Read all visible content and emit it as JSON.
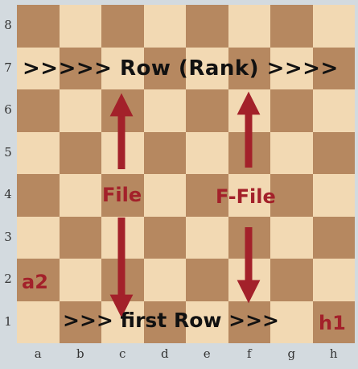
{
  "board": {
    "light_color": "#f2d9b3",
    "dark_color": "#b68860",
    "ranks": [
      "8",
      "7",
      "6",
      "5",
      "4",
      "3",
      "2",
      "1"
    ],
    "files": [
      "a",
      "b",
      "c",
      "d",
      "e",
      "f",
      "g",
      "h"
    ]
  },
  "annotations": {
    "rank_text": ">>>>> Row (Rank) >>>>",
    "first_row_text": ">>>  first Row >>>",
    "file_text": "File",
    "ffile_text": "F-File",
    "a2_text": "a2",
    "h1_text": "h1"
  },
  "colors": {
    "arrow": "#a3212a",
    "label_text": "#a3212a",
    "row_text": "#111111"
  },
  "arrows": [
    {
      "name": "file-c-up-arrow",
      "direction": "up"
    },
    {
      "name": "file-c-down-arrow",
      "direction": "down"
    },
    {
      "name": "file-f-up-arrow",
      "direction": "up"
    },
    {
      "name": "file-f-down-arrow",
      "direction": "down"
    }
  ]
}
